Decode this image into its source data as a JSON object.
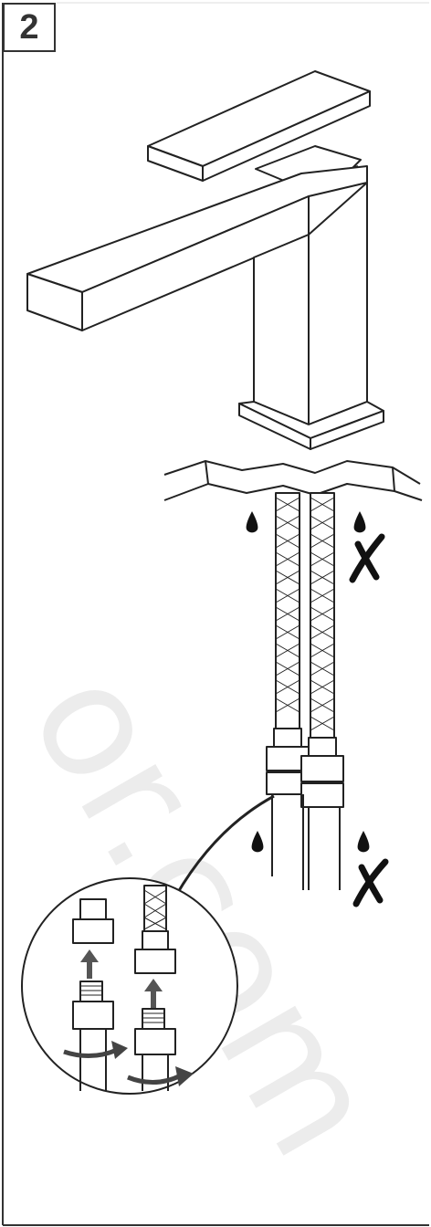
{
  "step": {
    "number": "2"
  },
  "watermark": {
    "text": "or.com"
  },
  "figure": {
    "illustration": "faucet-installation",
    "cold_mark": "drop-icon",
    "forbidden_mark": "cross-icon"
  },
  "colors": {
    "line": "#222222",
    "watermark": "#ececec",
    "background": "#ffffff"
  }
}
